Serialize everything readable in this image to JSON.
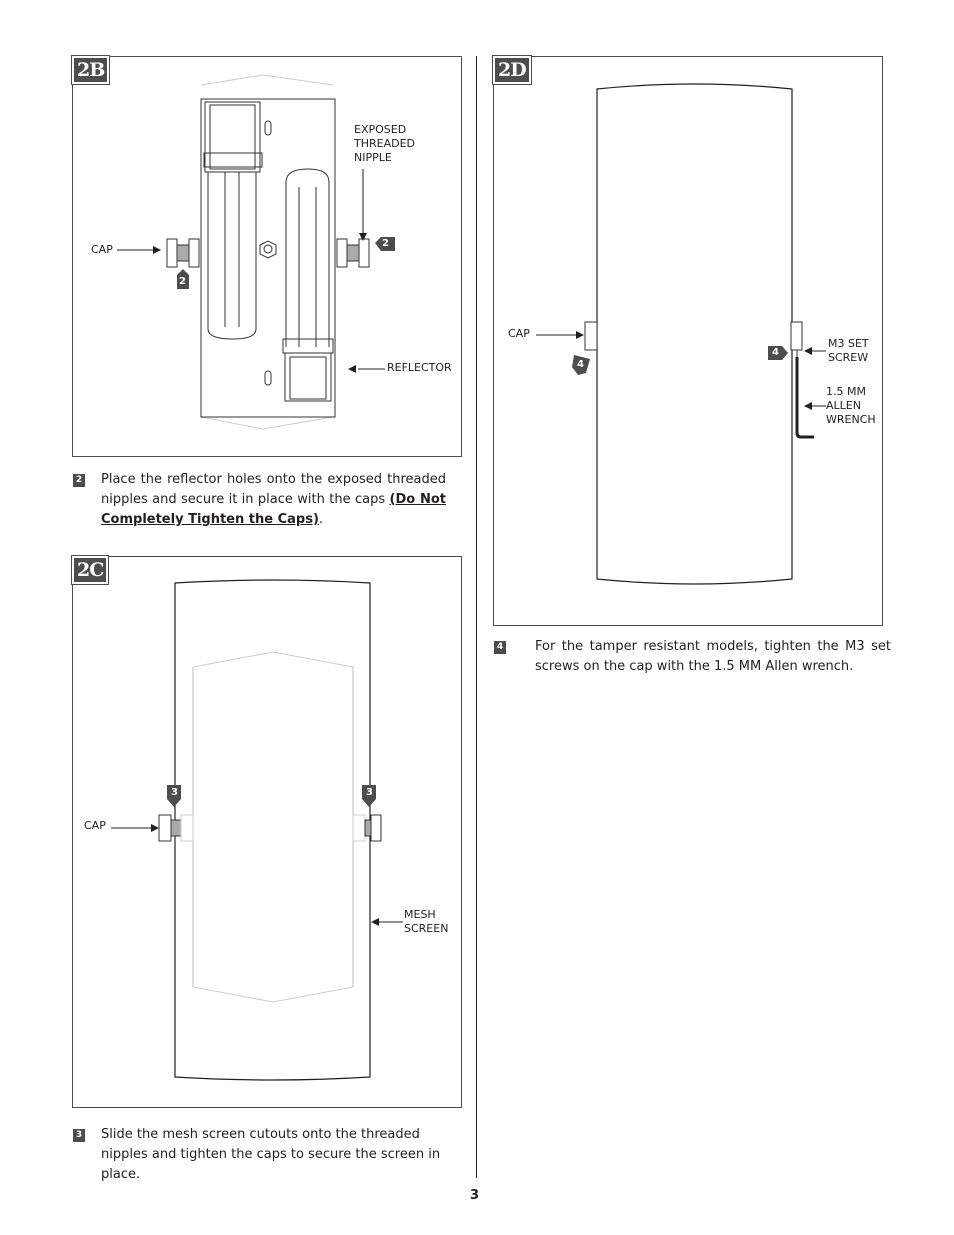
{
  "panel_2b": {
    "badge": "2B",
    "labels": {
      "exposed": "EXPOSED\nTHREADED\nNIPPLE",
      "cap": "CAP",
      "reflector": "REFLECTOR"
    },
    "callout": "2"
  },
  "step_2": {
    "number": "2",
    "text_before": "Place the reflector holes onto the exposed threaded nipples and secure it in place with the caps ",
    "bold": "(Do Not Completely Tighten the Caps)",
    "text_after": "."
  },
  "panel_2c": {
    "badge": "2C",
    "labels": {
      "cap": "CAP",
      "mesh": "MESH\nSCREEN"
    },
    "callout": "3"
  },
  "step_3": {
    "number": "3",
    "text": "Slide the mesh screen cutouts onto the threaded nipples and tighten the caps to secure the screen in place."
  },
  "panel_2d": {
    "badge": "2D",
    "labels": {
      "cap": "CAP",
      "set_screw": "M3 SET\nSCREW",
      "wrench": "1.5 MM\nALLEN\nWRENCH"
    },
    "callout": "4"
  },
  "step_4": {
    "number": "4",
    "text": "For the tamper resistant models, tighten the M3 set screws on the cap with the 1.5 MM Allen wrench."
  },
  "page_number": "3"
}
